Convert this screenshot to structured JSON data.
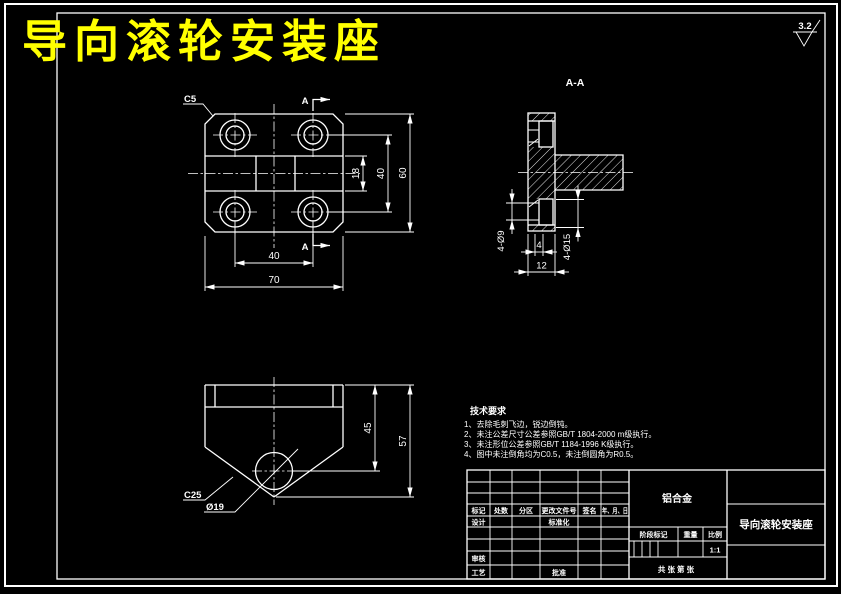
{
  "colors": {
    "background": "#000000",
    "lines": "#ffffff",
    "title": "#ffff00"
  },
  "drawing_title": "导向滚轮安装座",
  "surface_finish": {
    "roughness": "3.2"
  },
  "top_view": {
    "chamfer_note": "C5",
    "section_mark": "A",
    "dim_overall_width": "70",
    "dim_hole_spacing_x": "40",
    "dim_overall_height": "60",
    "dim_hole_spacing_y": "40",
    "dim_boss_width": "18"
  },
  "section_view": {
    "label": "A-A",
    "dim_through_holes": "4-Ø9",
    "dim_counterbore_depth": "4",
    "dim_thickness": "12",
    "dim_counterbores": "4-Ø15"
  },
  "front_view": {
    "dim_hole_depth": "45",
    "dim_total_height": "57",
    "chamfer_note": "C25",
    "dim_hole_dia": "Ø19"
  },
  "technical_requirements": {
    "heading": "技术要求",
    "items": [
      "1、去除毛刺飞边，锐边倒钝。",
      "2、未注公差尺寸公差参照GB/T 1804-2000 m级执行。",
      "3、未注形位公差参照GB/T 1184-1996 K级执行。",
      "4、图中未注倒角均为C0.5，未注倒圆角为R0.5。"
    ]
  },
  "title_block": {
    "material": "铝合金",
    "part_name": "导向滚轮安装座",
    "scale_value": "1:1",
    "revision_columns": [
      "标记",
      "处数",
      "分区",
      "更改文件号",
      "签名",
      "年、月、日"
    ],
    "label_design": "设计",
    "label_standardization": "标准化",
    "label_review": "审核",
    "label_process": "工艺",
    "label_approve": "批准",
    "label_stage_mark": "阶段标记",
    "label_weight": "重量",
    "label_scale": "比例",
    "sheet_note": "共  张  第  张"
  }
}
